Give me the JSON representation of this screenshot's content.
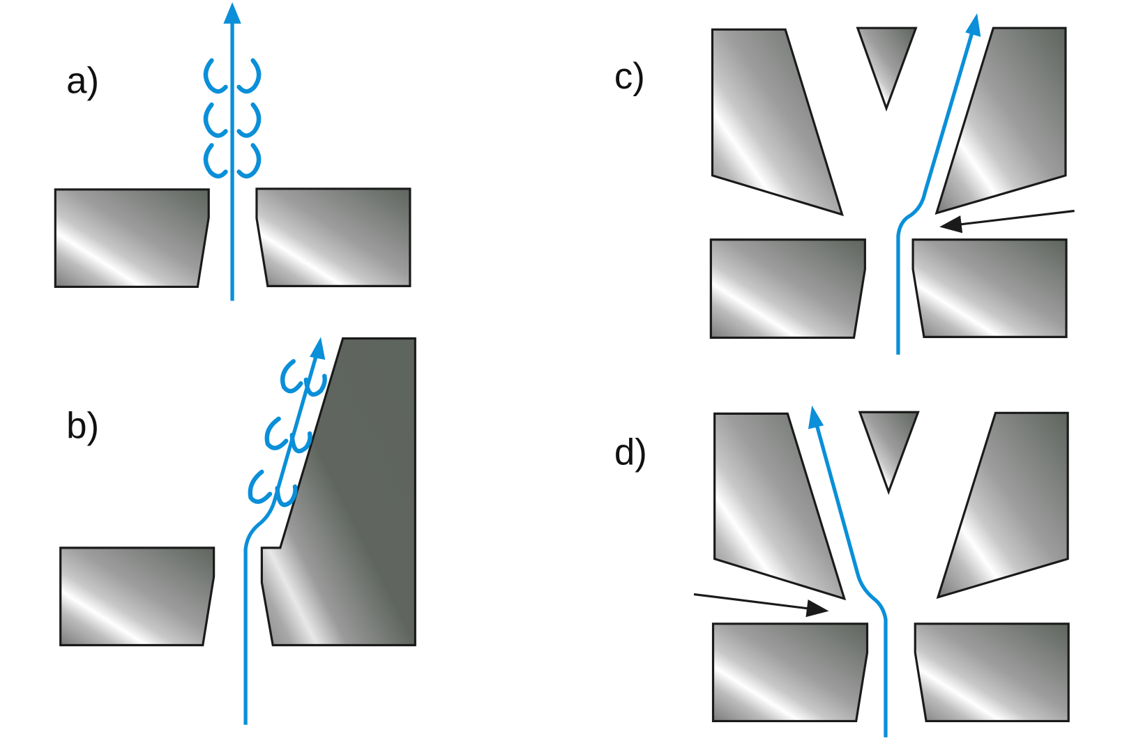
{
  "panels": [
    {
      "label": "a)"
    },
    {
      "label": "b)"
    },
    {
      "label": "c)"
    },
    {
      "label": "d)"
    }
  ],
  "colors": {
    "flow": "#0a8fd8",
    "block_dark": "#5e645e",
    "arrow": "#1a1a1a"
  }
}
